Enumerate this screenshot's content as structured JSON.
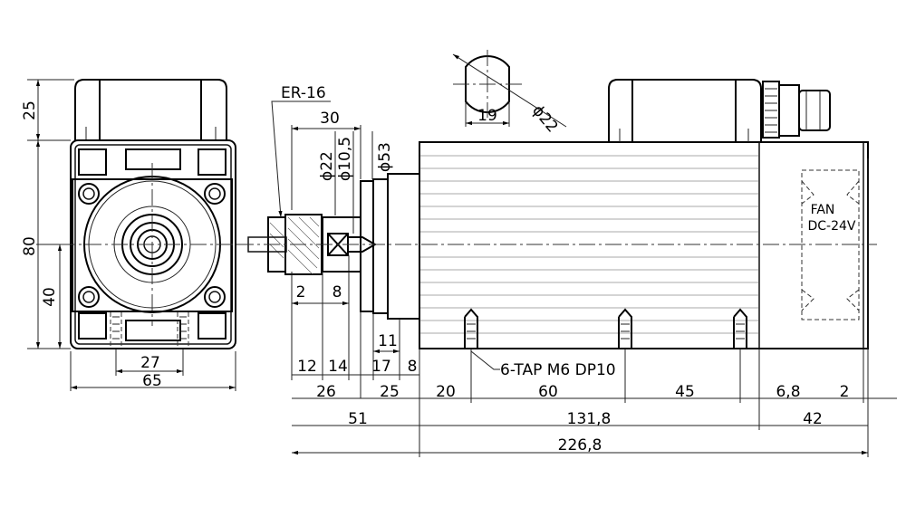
{
  "labels": {
    "collet": "ER-16",
    "fan_line1": "FAN",
    "fan_line2": "DC-24V",
    "tap": "6-TAP M6 DP10"
  },
  "front_view": {
    "d_top": "25",
    "d_height": "80",
    "d_half": "40",
    "d_inner_width": "27",
    "d_width": "65"
  },
  "side_view": {
    "d_30": "30",
    "d_phi22": "ϕ22",
    "d_phi105": "ϕ10,5",
    "d_phi53": "ϕ53",
    "d_2": "2",
    "d_8a": "8",
    "d_11": "11",
    "d_12": "12",
    "d_14": "14",
    "d_17": "17",
    "d_8b": "8",
    "d_26": "26",
    "d_25": "25",
    "d_20": "20",
    "d_60": "60",
    "d_45": "45",
    "d_68": "6,8",
    "d_2b": "2",
    "d_51": "51",
    "d_1318": "131,8",
    "d_42": "42",
    "d_2268": "226,8"
  },
  "detail": {
    "d_19": "19",
    "d_phi22": "ϕ22"
  }
}
